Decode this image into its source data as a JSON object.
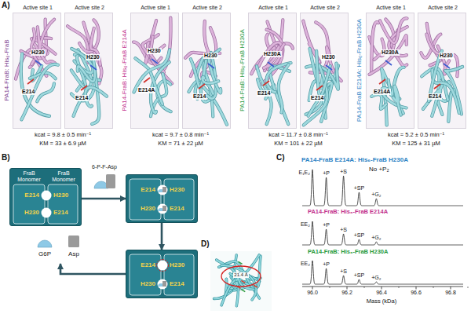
{
  "diagram": {
    "nodes": [
      {
        "text": [
          "Active site 1",
          "H230",
          "E214"
        ]
      },
      {
        "text": [
          "Active site 2",
          "H230",
          "E214"
        ]
      },
      {
        "text": [
          "Active site 1",
          "H230",
          "E214A"
        ]
      },
      {
        "text": [
          "Active site 2",
          "H230",
          "E214"
        ]
      },
      {
        "text": [
          "Active site 1",
          "H230A",
          "E214"
        ]
      },
      {
        "text": [
          "Active site 2",
          "H230",
          "E214"
        ]
      },
      {
        "text": [
          "Active site 1",
          "H230A",
          "E214A"
        ]
      },
      {
        "text": [
          "Active site 2",
          "H230",
          "E214"
        ]
      },
      {
        "text": [
          "FraB Monomer",
          "FraB Monomer",
          "E214",
          "H230",
          "H230",
          "E214"
        ]
      },
      {
        "text": [
          "6-P-F-Asp"
        ]
      },
      {
        "text": [
          "E214",
          "H230",
          "H230",
          "E214"
        ]
      },
      {
        "text": [
          "G6P",
          "Asp"
        ]
      },
      {
        "text": [
          "E214",
          "H230",
          "H230",
          "E214"
        ]
      }
    ],
    "edges": [
      {
        "from": 8,
        "to": 10,
        "arrow": "to"
      },
      {
        "from": 10,
        "to": 12,
        "arrow": "to"
      },
      {
        "from": 12,
        "to": 11,
        "arrow": "to"
      }
    ],
    "labels": [
      "A)",
      "PA14-FraB: His₆-FraB",
      "kcat = 9.8 ± 0.5 min⁻¹",
      "KM = 33 ± 6.9 µM",
      "PA14-FraB: His₆-FraB E214A",
      "kcat = 9.7 ± 0.8 min⁻¹",
      "KM = 71 ± 22 µM",
      "PA14-FraB: His₆-FraB H230A",
      "kcat = 11.7 ± 0.8 min⁻¹",
      "KM = 101 ± 22 µM",
      "PA14-FraB E214A: His₆-FraB H230A",
      "kcat = 5.2 ± 0.5 min⁻¹",
      "KM = 125 ± 31 µM",
      "B)",
      "C)",
      "PA14-FraB E214A: His₆-FraB H230A",
      "No +P₂",
      "E₁E₂",
      "+P",
      "+S",
      "+SP",
      "+G₂",
      "PA14-FraB: His₆-FraB E214A",
      "EE₂",
      "+P",
      "+S",
      "+SP",
      "+G₂",
      "PA14-FraB: His₆-FraB H230A",
      "EE₂",
      "+P",
      "+S",
      "+SP",
      "+G₂",
      "96.0",
      "96.2",
      "96.4",
      "96.6",
      "96.8",
      "Mass (kDa)",
      "D)",
      "21.4 Å"
    ]
  }
}
